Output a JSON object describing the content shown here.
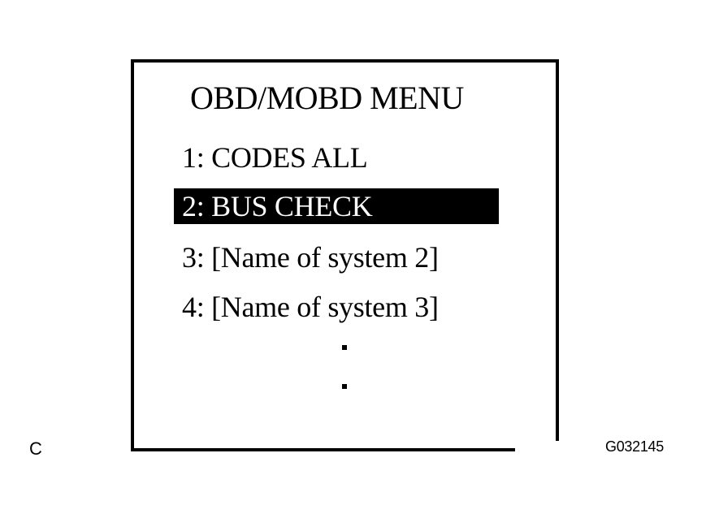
{
  "screen": {
    "title": "OBD/MOBD MENU",
    "items": [
      {
        "label": "1: CODES ALL",
        "selected": false
      },
      {
        "label": "2: BUS CHECK",
        "selected": true
      },
      {
        "label": "3: [Name of system 2]",
        "selected": false
      },
      {
        "label": "4: [Name of system 3]",
        "selected": false
      }
    ],
    "continuation": ".",
    "colors": {
      "foreground": "#000000",
      "background": "#ffffff",
      "highlight_background": "#000000",
      "highlight_text": "#ffffff"
    }
  },
  "corner_label": "C",
  "figure_code": "G032145"
}
